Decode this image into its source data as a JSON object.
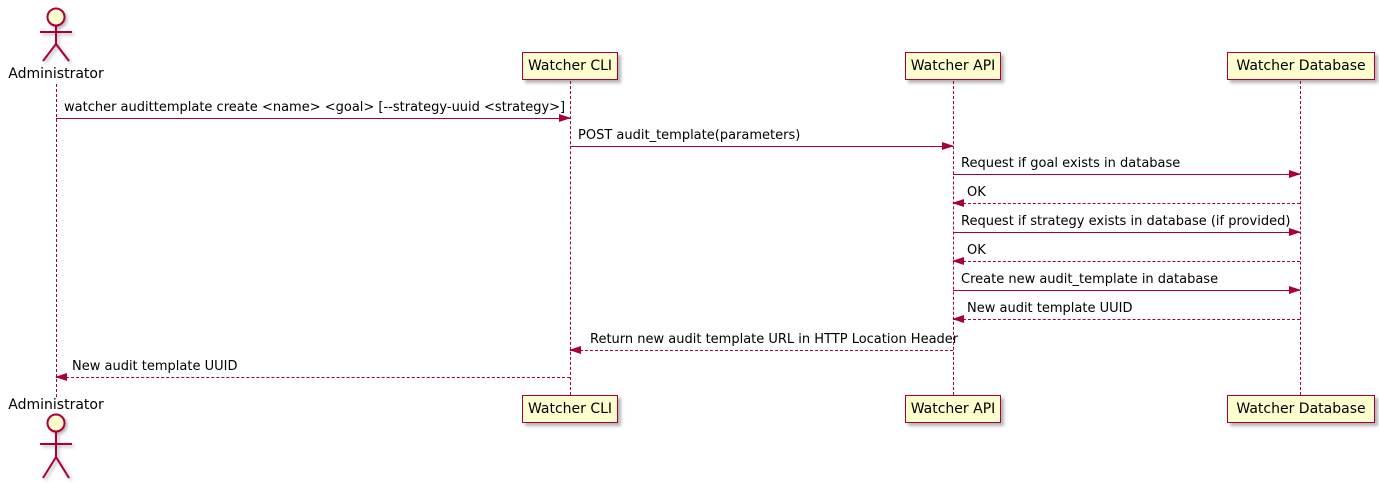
{
  "diagram": {
    "kind": "plantuml-sequence-diagram",
    "participants": [
      {
        "name": "Administrator",
        "type": "actor"
      },
      {
        "name": "Watcher CLI",
        "type": "participant"
      },
      {
        "name": "Watcher API",
        "type": "participant"
      },
      {
        "name": "Watcher Database",
        "type": "participant"
      }
    ],
    "messages": [
      {
        "from": "Administrator",
        "to": "Watcher CLI",
        "label": "watcher audittemplate create <name> <goal> [--strategy-uuid <strategy>]",
        "line": "solid",
        "direction": "right"
      },
      {
        "from": "Watcher CLI",
        "to": "Watcher API",
        "label": "POST audit_template(parameters)",
        "line": "solid",
        "direction": "right"
      },
      {
        "from": "Watcher API",
        "to": "Watcher Database",
        "label": "Request if goal exists in database",
        "line": "solid",
        "direction": "right"
      },
      {
        "from": "Watcher Database",
        "to": "Watcher API",
        "label": "OK",
        "line": "dashed",
        "direction": "left"
      },
      {
        "from": "Watcher API",
        "to": "Watcher Database",
        "label": "Request if strategy exists in database (if provided)",
        "line": "solid",
        "direction": "right"
      },
      {
        "from": "Watcher Database",
        "to": "Watcher API",
        "label": "OK",
        "line": "dashed",
        "direction": "left"
      },
      {
        "from": "Watcher API",
        "to": "Watcher Database",
        "label": "Create new audit_template in database",
        "line": "solid",
        "direction": "right"
      },
      {
        "from": "Watcher Database",
        "to": "Watcher API",
        "label": "New audit template UUID",
        "line": "dashed",
        "direction": "left"
      },
      {
        "from": "Watcher API",
        "to": "Watcher CLI",
        "label": "Return new audit template URL in HTTP Location Header",
        "line": "dashed",
        "direction": "left"
      },
      {
        "from": "Watcher CLI",
        "to": "Administrator",
        "label": "New audit template UUID",
        "line": "dashed",
        "direction": "left"
      }
    ],
    "colors": {
      "accent": "#A80036",
      "participant_fill": "#FEFECE",
      "text": "#000000",
      "background": "#FFFFFF"
    }
  }
}
